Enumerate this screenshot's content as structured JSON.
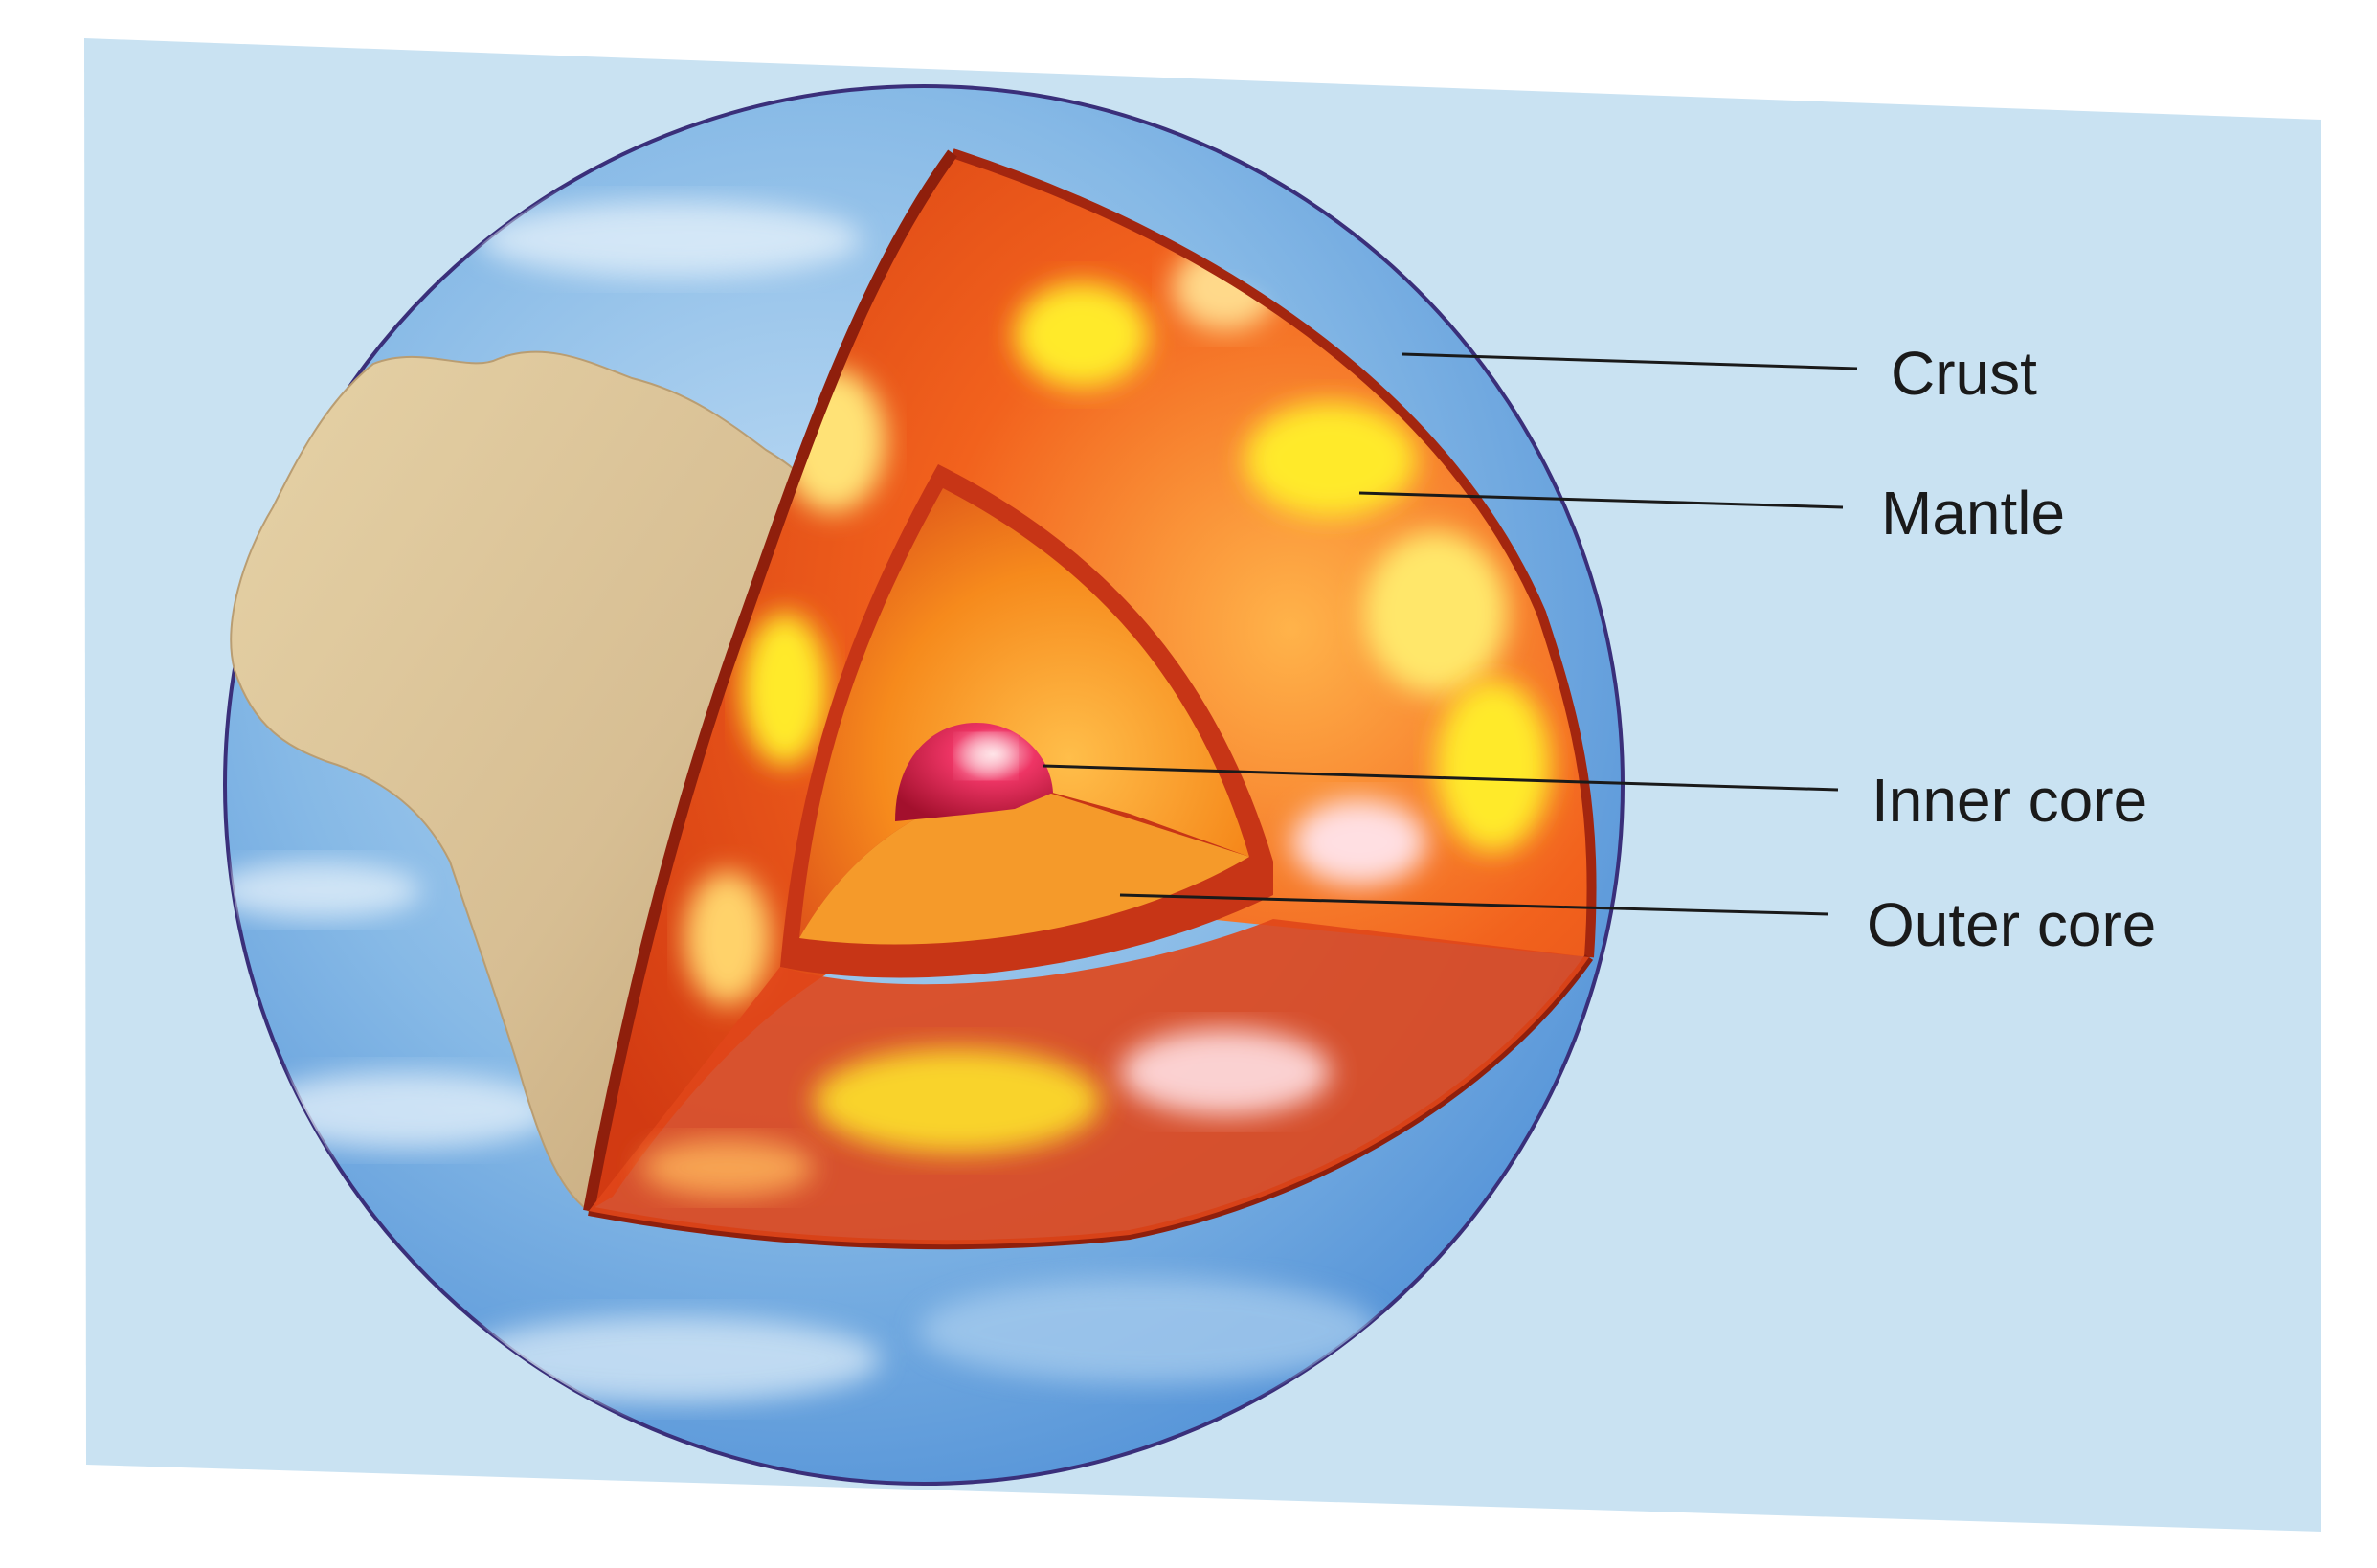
{
  "diagram": {
    "labels": {
      "crust": "Crust",
      "mantle": "Mantle",
      "inner_core": "Inner core",
      "outer_core": "Outer core"
    },
    "colors": {
      "panel": "#c9e2f2",
      "ocean": "#7fb4e4",
      "land": "#d9c49c",
      "crust": "#a3260f",
      "mantle": "#ef4d17",
      "mantle_hot": "#ffea2c",
      "outer_core": "#f7931f",
      "inner_core": "#d81c47",
      "leader_line": "#1a1a1a",
      "label_text": "#1a1a1a"
    }
  }
}
